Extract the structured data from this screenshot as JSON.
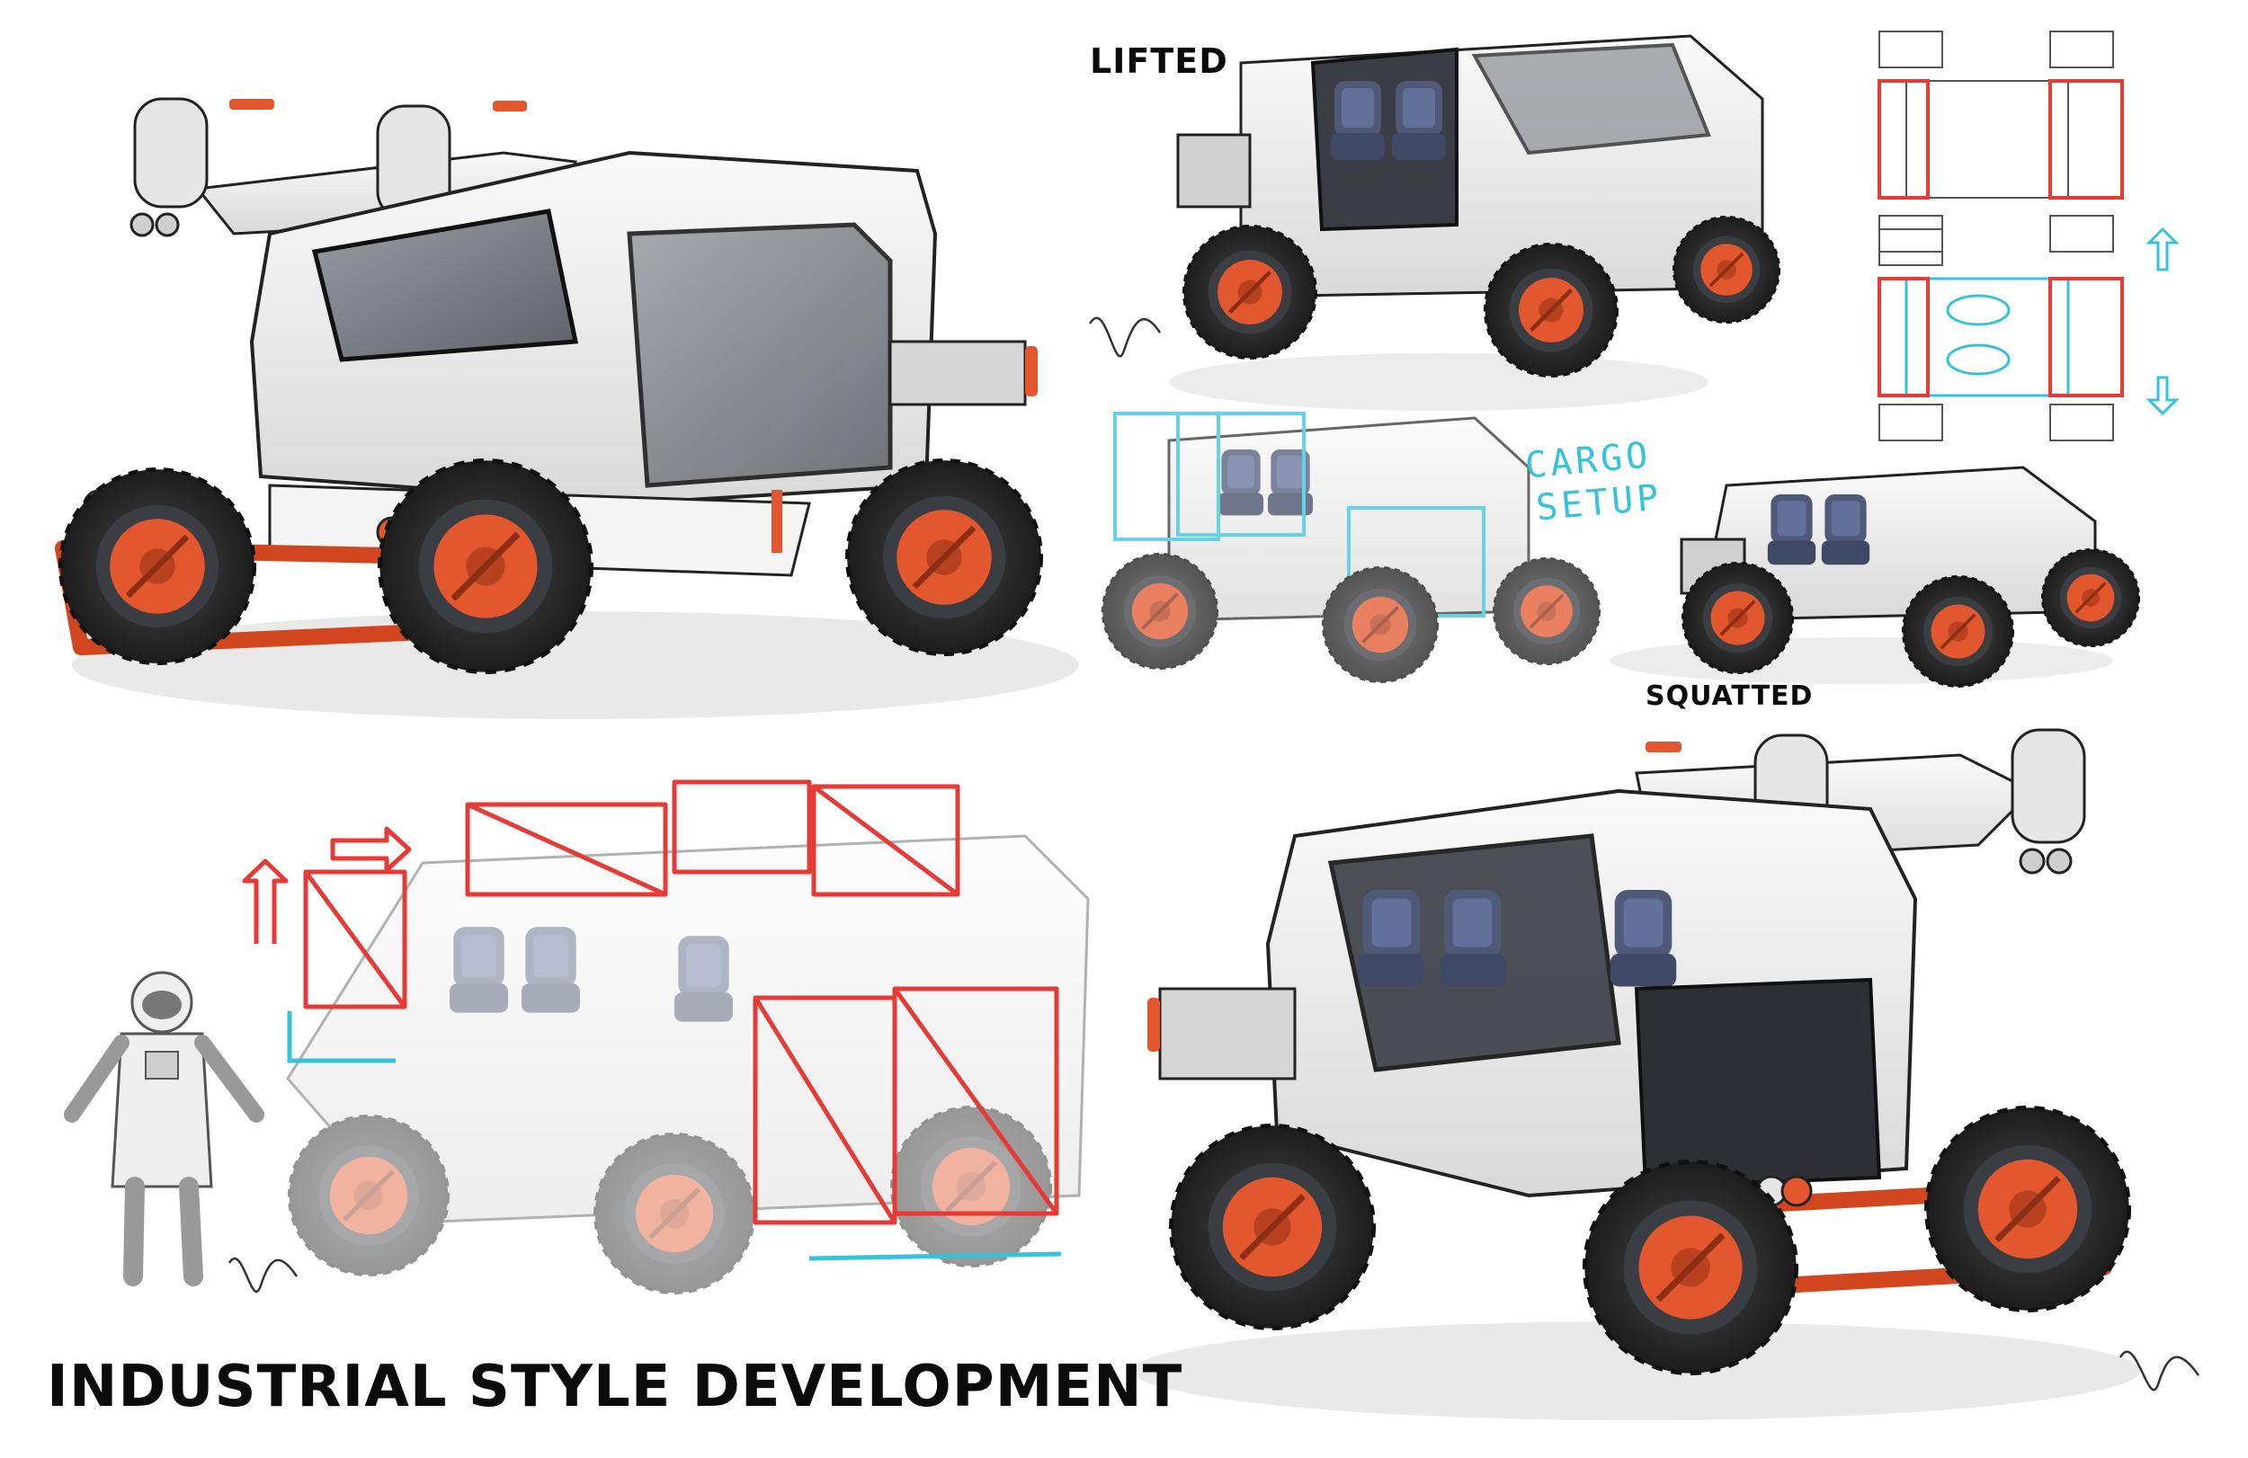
{
  "sheet": {
    "title": "INDUSTRIAL STYLE DEVELOPMENT",
    "labels": {
      "lifted": "LIFTED",
      "squatted": "SQUATTED",
      "cargo_line1": "CARGO",
      "cargo_line2": "SETUP"
    }
  },
  "colors": {
    "body_white": "#f2f2f2",
    "panel_grey": "#8c8f93",
    "glass": "#7d8087",
    "accent_orange": "#e2572d",
    "sketch_red": "#e63a36",
    "sketch_cyan": "#35c3dc",
    "tire_dark": "#2b2b2b",
    "ink": "#0b0b0b"
  }
}
